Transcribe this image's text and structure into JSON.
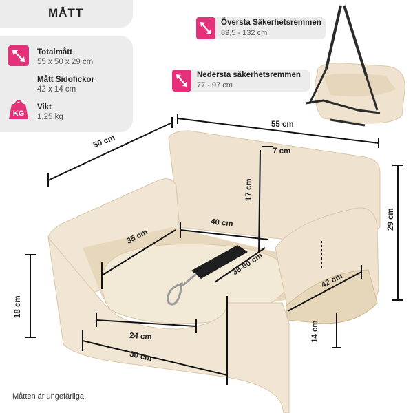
{
  "header": {
    "title": "MÅTT"
  },
  "specs": {
    "total_label": "Totalmått",
    "total_value": "55 x 50 x 29 cm",
    "pocket_label": "Mått Sidofickor",
    "pocket_value": "42 x 14 cm",
    "weight_label": "Vikt",
    "weight_value": "1,25 kg",
    "weight_icon_text": "KG"
  },
  "straps": {
    "top_label": "Översta Säkerhetsremmen",
    "top_value": "89,5 - 132 cm",
    "bottom_label": "Nedersta säkerhetsremmen",
    "bottom_value": "77 - 97 cm"
  },
  "dimensions": {
    "width": "55 cm",
    "depth": "50 cm",
    "height": "29 cm",
    "front_height": "18 cm",
    "arm_width": "7 cm",
    "back_height": "17 cm",
    "inner_depth": "35 cm",
    "inner_width": "40 cm",
    "leash": "36-60 cm",
    "pocket_width": "42 cm",
    "pocket_height": "14 cm",
    "base_width": "24 cm",
    "front_width": "30 cm"
  },
  "footer": {
    "note": "Måtten är ungefärliga"
  },
  "colors": {
    "accent": "#e5307a",
    "panel": "#ececec",
    "bed": "#efe3cf"
  }
}
